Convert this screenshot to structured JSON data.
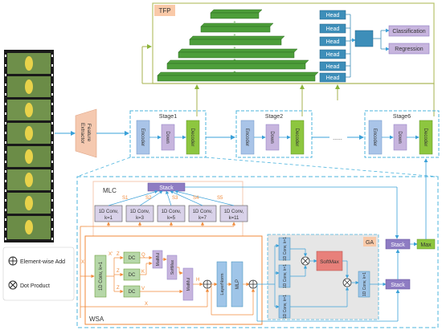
{
  "tfp": {
    "title": "TFP",
    "head_label": "Head",
    "classification_label": "Classification",
    "regression_label": "Regression"
  },
  "feature_extractor": {
    "line1": "Feature",
    "line2": "Extractor"
  },
  "stages": {
    "stage1": "Stage1",
    "stage2": "Stage2",
    "stage6": "Stage6",
    "ellipsis": "......",
    "encoder": "Encoder",
    "down": "Down",
    "decoder": "Decoder"
  },
  "mlc": {
    "title": "MLC",
    "stack_label": "Stack",
    "conv_line1": "1D Conv,",
    "kernels": [
      "k=1",
      "k=3",
      "k=5",
      "k=7",
      "k=11"
    ],
    "s_labels": [
      "S1",
      "S2",
      "S3",
      "S4",
      "S5"
    ]
  },
  "wsa": {
    "title": "WSA",
    "conv_label": "1D Conv, k=1",
    "dc_label": "DC",
    "matmul_label": "MatMul",
    "softmax_label": "SoftMax",
    "layernorm_label": "LayerNorm",
    "mlp_label": "MLP",
    "signal_labels": {
      "x": "X",
      "x_prime": "X'",
      "z": "Z",
      "q": "Q",
      "k": "K",
      "v": "V",
      "h": "H"
    }
  },
  "ga": {
    "title": "GA",
    "conv_label": "1D Conv, k=1",
    "softmax_label": "SoftMax"
  },
  "right_blocks": {
    "stack": "Stack",
    "max": "Max"
  },
  "legend": {
    "add_label": "Element-wise Add",
    "dot_label": "Dot Product"
  },
  "colors": {
    "tfp_box": "#b7c26b",
    "tfp_label_bg": "#f9c9a8",
    "pyramid_green": "#4d9e3a",
    "head_blue": "#3d8eb9",
    "cls_purple": "#c7b5de",
    "stage_dash": "#4cb4de",
    "encoder": "#a9c4e8",
    "down": "#c7b5de",
    "decoder": "#8dc63f",
    "feature_extractor": "#f5c9b0",
    "stack_purple": "#8e7cc3",
    "conv_lavender": "#d9d2e9",
    "wsa_orange": "#f08a3a",
    "ga_panel": "#e6e6e6",
    "softmax_red": "#e8807a",
    "layernorm_blue": "#9fc5e8",
    "dc_green": "#b6d7a8",
    "arrow_blue": "#3aa0d8"
  }
}
